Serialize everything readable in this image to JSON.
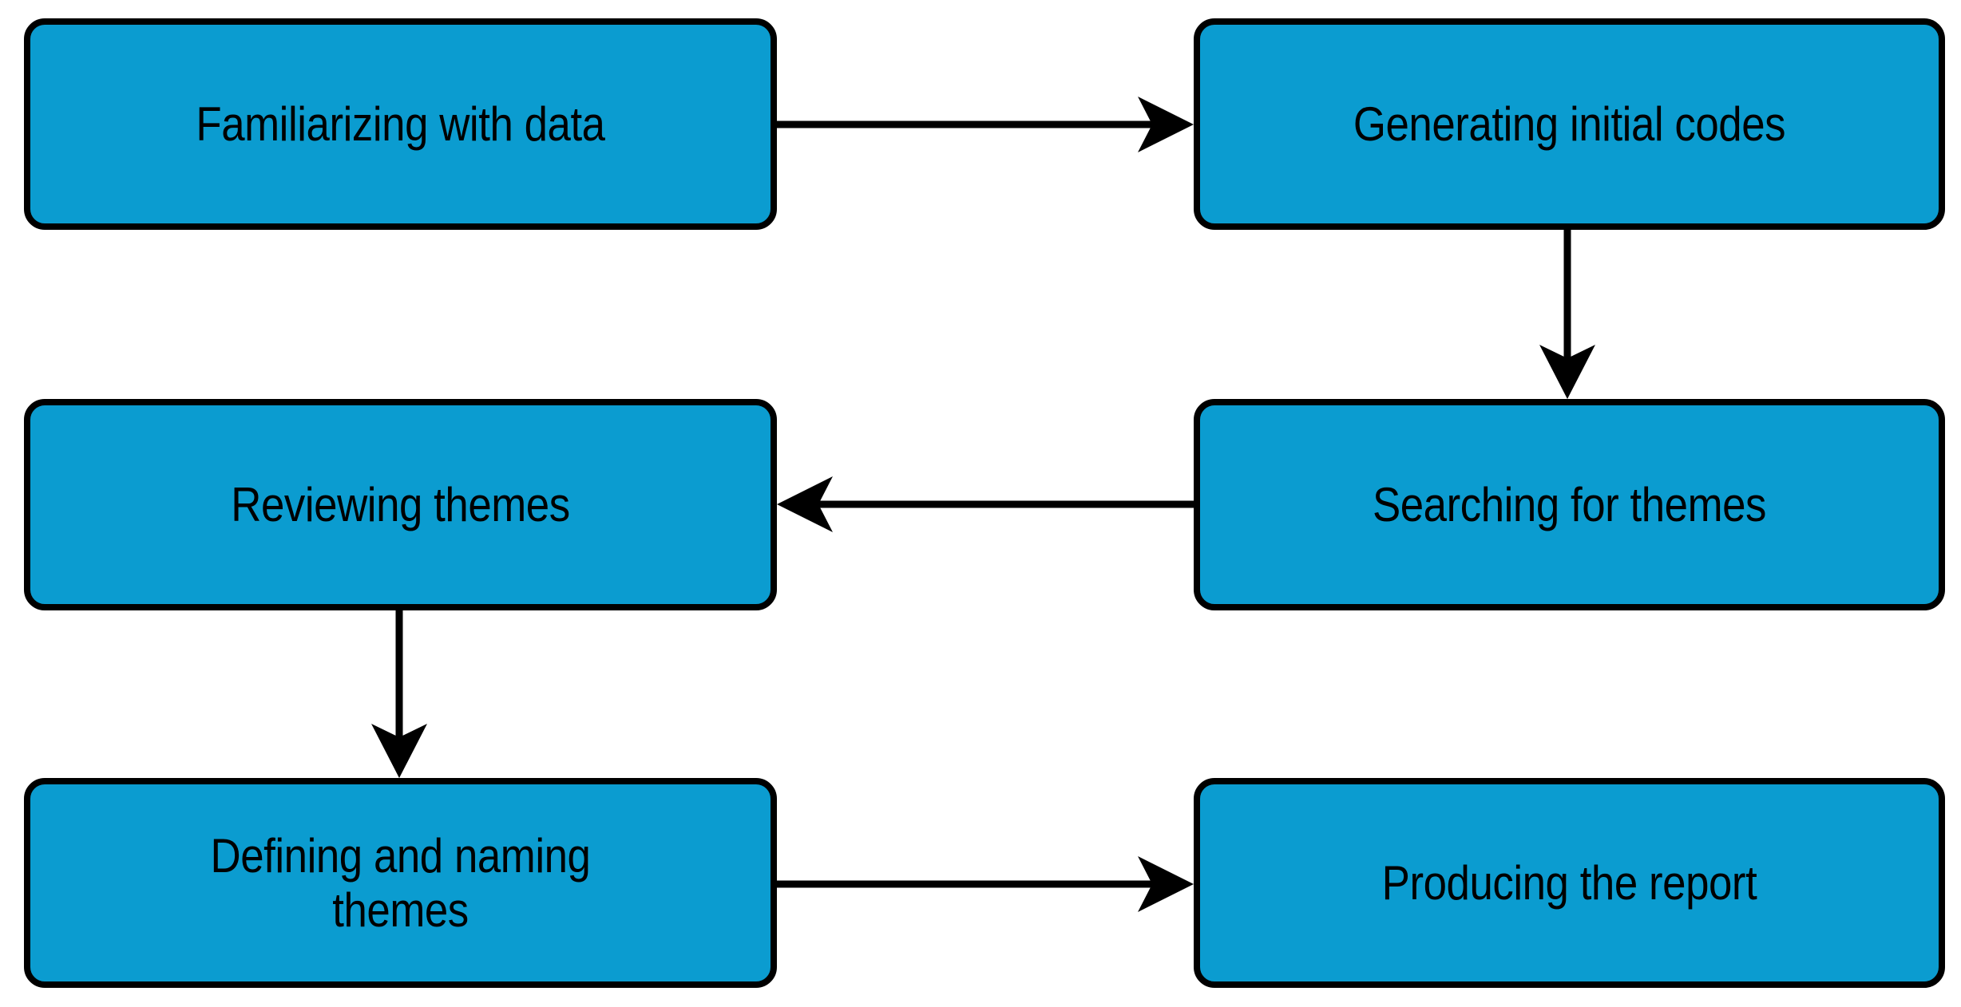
{
  "diagram": {
    "title": "Thematic analysis process flowchart",
    "background_color": "#ffffff",
    "node_fill_color": "#0b9cd0",
    "node_border_color": "#000000",
    "connector_color": "#000000",
    "text_color": "#000000"
  },
  "nodes": [
    {
      "id": "familiarizing-with-data",
      "label": "Familiarizing with data",
      "row": 1,
      "column": "left"
    },
    {
      "id": "generating-initial-codes",
      "label": "Generating initial codes",
      "row": 1,
      "column": "right"
    },
    {
      "id": "reviewing-themes",
      "label": "Reviewing themes",
      "row": 2,
      "column": "left"
    },
    {
      "id": "searching-for-themes",
      "label": "Searching for themes",
      "row": 2,
      "column": "right"
    },
    {
      "id": "defining-and-naming-themes",
      "label": "Defining and naming\nthemes",
      "row": 3,
      "column": "left"
    },
    {
      "id": "producing-the-report",
      "label": "Producing the report",
      "row": 3,
      "column": "right"
    }
  ],
  "connectors": [
    {
      "id": "familiarizing-to-generating",
      "from": "familiarizing-with-data",
      "to": "generating-initial-codes",
      "direction": "right"
    },
    {
      "id": "generating-to-searching",
      "from": "generating-initial-codes",
      "to": "searching-for-themes",
      "direction": "down"
    },
    {
      "id": "searching-to-reviewing",
      "from": "searching-for-themes",
      "to": "reviewing-themes",
      "direction": "left"
    },
    {
      "id": "reviewing-to-defining",
      "from": "reviewing-themes",
      "to": "defining-and-naming-themes",
      "direction": "down"
    },
    {
      "id": "defining-to-producing",
      "from": "defining-and-naming-themes",
      "to": "producing-the-report",
      "direction": "right"
    }
  ]
}
